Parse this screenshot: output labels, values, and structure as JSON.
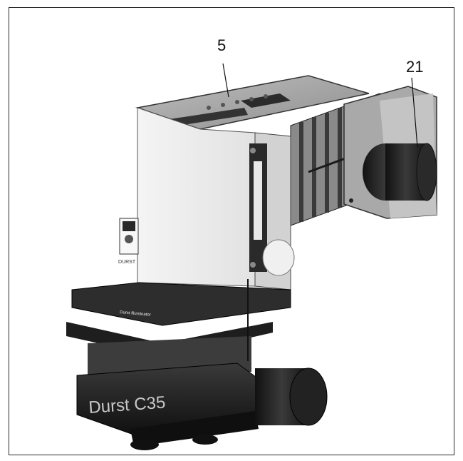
{
  "figure": {
    "callouts": [
      {
        "id": "5",
        "text": "5"
      },
      {
        "id": "21",
        "text": "21"
      }
    ],
    "base_brand": "Durst C35",
    "panel_logo": "DURST",
    "head_label": "Durst Illuminator"
  },
  "colors": {
    "frame": "#2a2a2a",
    "housing_light": "#e6e6e6",
    "housing_mid": "#bdbdbd",
    "fins": "#4a4a4a",
    "base_dark": "#1c1c1c"
  }
}
